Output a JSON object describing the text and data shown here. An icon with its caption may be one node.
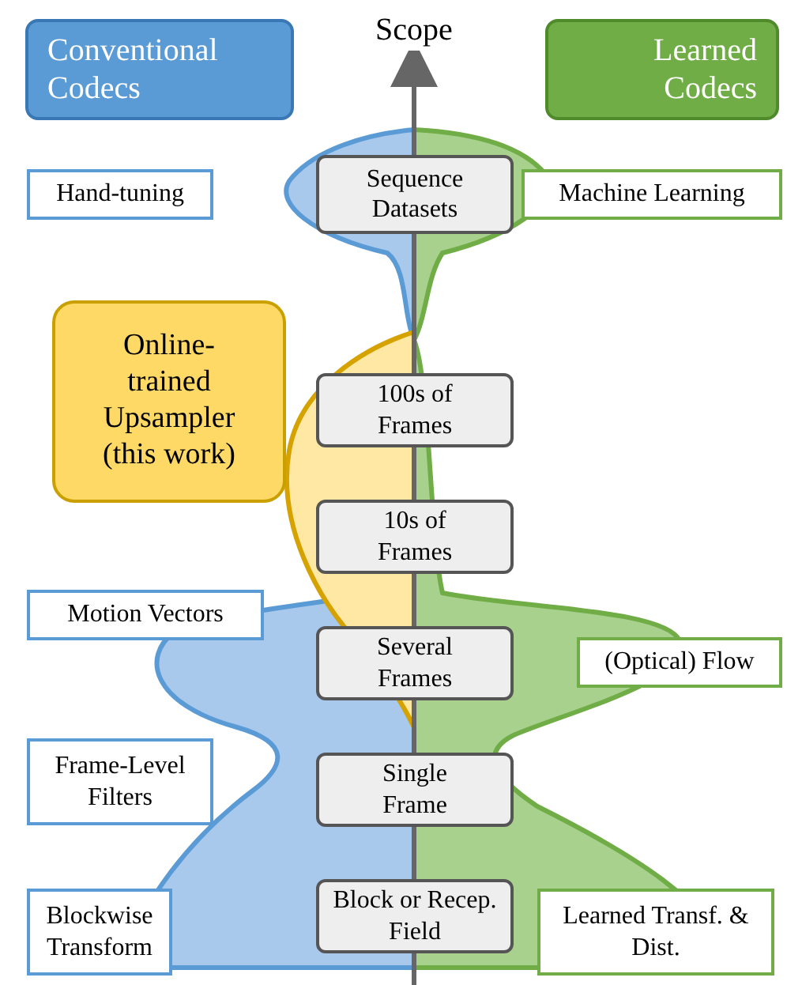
{
  "diagram": {
    "nodes": [
      {
        "text": [
          "Conventional Codecs"
        ]
      },
      {
        "text": [
          "Learned Codecs"
        ]
      },
      {
        "text": [
          "Hand-tuning"
        ]
      },
      {
        "text": [
          "Sequence Datasets"
        ]
      },
      {
        "text": [
          "Machine Learning"
        ]
      },
      {
        "text": [
          "Online-trained Upsampler (this work)"
        ]
      },
      {
        "text": [
          "100s of Frames"
        ]
      },
      {
        "text": [
          "10s of Frames"
        ]
      },
      {
        "text": [
          "Motion Vectors"
        ]
      },
      {
        "text": [
          "Several Frames"
        ]
      },
      {
        "text": [
          "(Optical) Flow"
        ]
      },
      {
        "text": [
          "Frame-Level Filters"
        ]
      },
      {
        "text": [
          "Single Frame"
        ]
      },
      {
        "text": [
          "Blockwise Transform"
        ]
      },
      {
        "text": [
          "Block or Recep. Field"
        ]
      },
      {
        "text": [
          "Learned Transf. & Dist."
        ]
      }
    ],
    "labels": [
      "Scope"
    ]
  }
}
